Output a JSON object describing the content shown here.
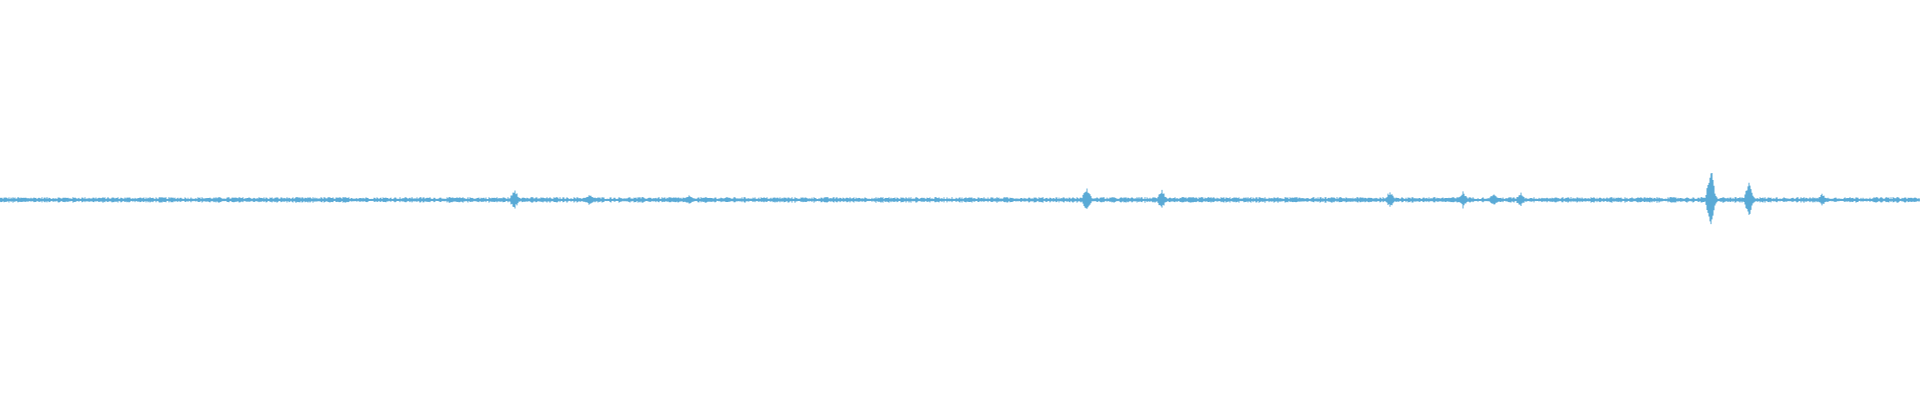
{
  "waveform": {
    "color": "#5aaad6",
    "background": "#ffffff",
    "samples": 1920,
    "amplitude_range": [
      -1,
      1
    ],
    "baseline_level": 0.012,
    "peaks": [
      {
        "position": 0.268,
        "level": 0.06
      },
      {
        "position": 0.307,
        "level": 0.03
      },
      {
        "position": 0.359,
        "level": 0.025
      },
      {
        "position": 0.566,
        "level": 0.07
      },
      {
        "position": 0.605,
        "level": 0.055
      },
      {
        "position": 0.724,
        "level": 0.05
      },
      {
        "position": 0.762,
        "level": 0.045
      },
      {
        "position": 0.778,
        "level": 0.04
      },
      {
        "position": 0.792,
        "level": 0.04
      },
      {
        "position": 0.891,
        "level": 0.18
      },
      {
        "position": 0.911,
        "level": 0.1
      },
      {
        "position": 0.949,
        "level": 0.035
      }
    ]
  }
}
